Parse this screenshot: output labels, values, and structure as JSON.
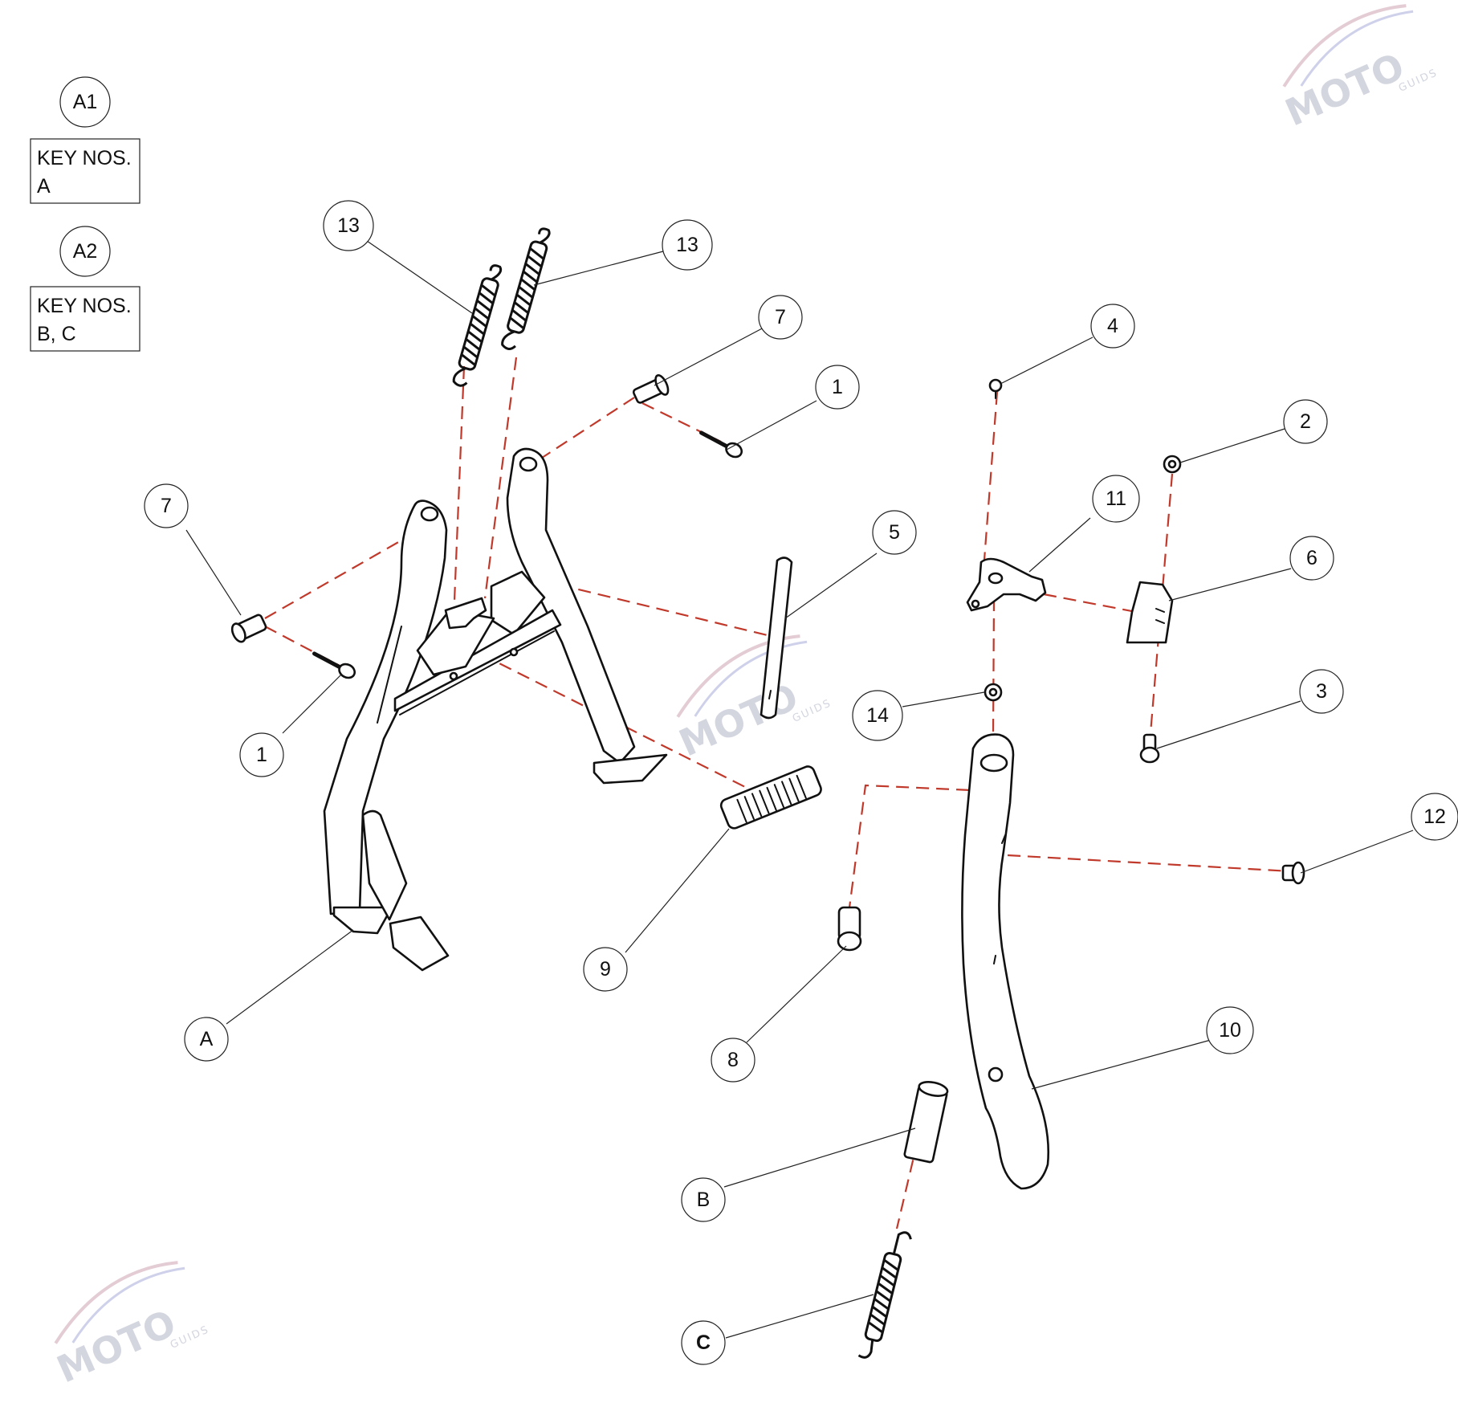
{
  "keys": [
    {
      "label": "A1",
      "text_line1": "KEY NOS.",
      "text_line2": "A"
    },
    {
      "label": "A2",
      "text_line1": "KEY NOS.",
      "text_line2": "B, C"
    }
  ],
  "callouts": {
    "c13a": "13",
    "c13b": "13",
    "c7a": "7",
    "c7b": "7",
    "c1a": "1",
    "c1b": "1",
    "c4": "4",
    "c2": "2",
    "c11": "11",
    "c6": "6",
    "c5": "5",
    "c3": "3",
    "c14": "14",
    "c12": "12",
    "c9": "9",
    "c8": "8",
    "c10": "10",
    "cA": "A",
    "cB": "B",
    "cC": "C"
  },
  "watermark": {
    "brand": "MOTO",
    "sub": "GUIDS"
  },
  "colors": {
    "assembly_line": "#c0392b",
    "part_outline": "#111111"
  }
}
